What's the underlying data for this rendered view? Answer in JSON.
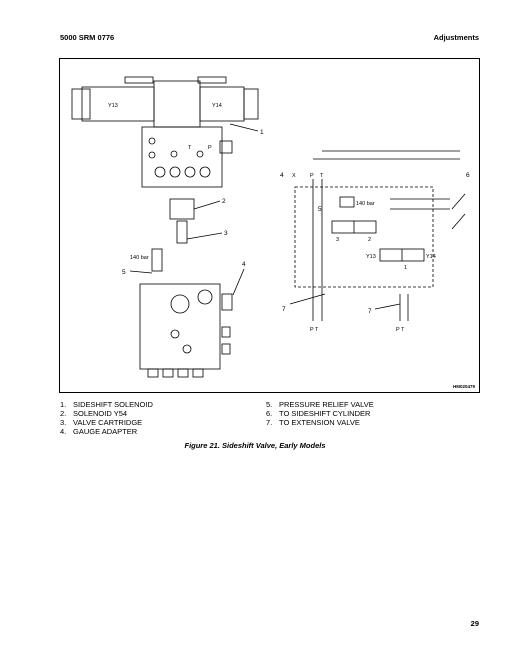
{
  "header": {
    "left": "5000 SRM 0776",
    "right": "Adjustments"
  },
  "figure": {
    "id": "HM020479",
    "solenoid_left": "Y13",
    "solenoid_right": "Y14",
    "port_t": "T",
    "port_p": "P",
    "pressure": "140 bar",
    "callouts": [
      "1",
      "2",
      "3",
      "4",
      "5",
      "6",
      "7"
    ],
    "schematic": {
      "x_mark": "X",
      "port_p": "P",
      "port_t": "T",
      "relief": "140 bar",
      "valve_ports": {
        "a": "3",
        "b": "2",
        "c": "1"
      },
      "solenoid_left": "Y13",
      "solenoid_right": "Y14",
      "callout_4": "4",
      "callout_5": "5",
      "callout_6": "6",
      "callout_7": "7",
      "bottom_left": "P  T",
      "bottom_right": "P  T"
    }
  },
  "legend_left": [
    {
      "num": "1.",
      "text": "SIDESHIFT SOLENOID"
    },
    {
      "num": "2.",
      "text": "SOLENOID Y54"
    },
    {
      "num": "3.",
      "text": "VALVE CARTRIDGE"
    },
    {
      "num": "4.",
      "text": "GAUGE ADAPTER"
    }
  ],
  "legend_right": [
    {
      "num": "5.",
      "text": "PRESSURE RELIEF VALVE"
    },
    {
      "num": "6.",
      "text": "TO SIDESHIFT CYLINDER"
    },
    {
      "num": "7.",
      "text": "TO EXTENSION VALVE"
    }
  ],
  "caption": "Figure 21. Sideshift Valve, Early Models",
  "page_number": "29"
}
